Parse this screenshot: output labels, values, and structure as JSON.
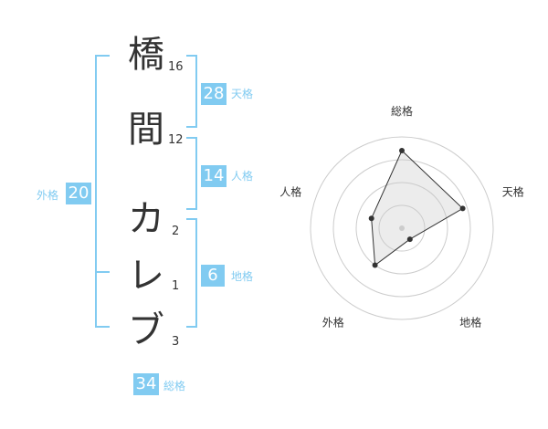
{
  "name": {
    "chars": [
      "橋",
      "間",
      "カ",
      "レ",
      "ブ"
    ],
    "strokes": [
      "16",
      "12",
      "2",
      "1",
      "3"
    ]
  },
  "kaku": {
    "tenkaku": {
      "value": "28",
      "label": "天格"
    },
    "jinkaku": {
      "value": "14",
      "label": "人格"
    },
    "chikaku": {
      "value": "6",
      "label": "地格"
    },
    "gaikaku": {
      "value": "20",
      "label": "外格"
    },
    "soukaku": {
      "value": "34",
      "label": "総格"
    }
  },
  "colors": {
    "accent": "#81cbf1",
    "text": "#333333",
    "grid": "#cccccc"
  },
  "chart_data": {
    "type": "radar",
    "axes": [
      "総格",
      "天格",
      "地格",
      "外格",
      "人格"
    ],
    "values": [
      34,
      28,
      6,
      20,
      14
    ],
    "rings": 4
  }
}
